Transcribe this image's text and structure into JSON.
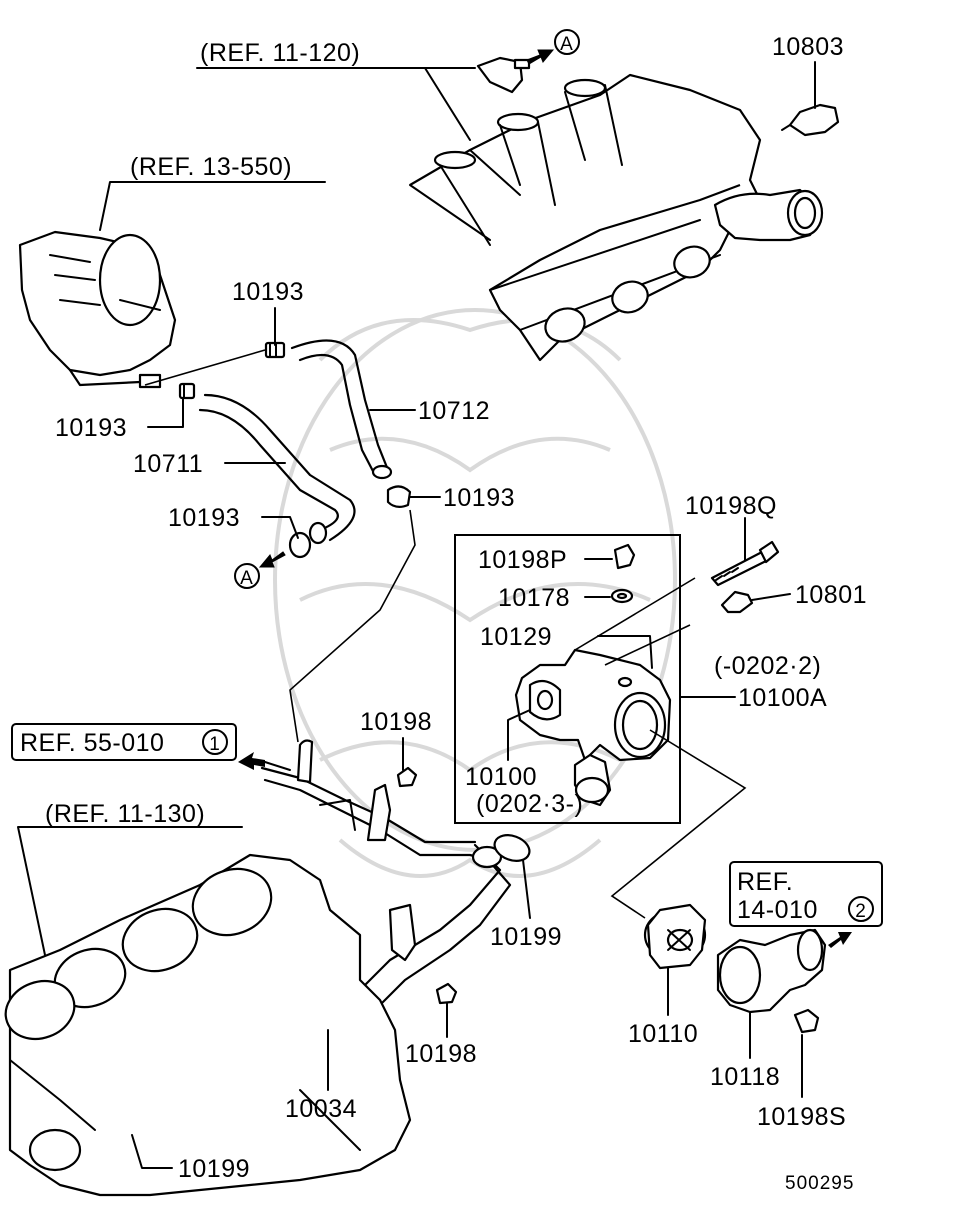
{
  "refs": {
    "ref_11_120": "(REF. 11-120)",
    "ref_13_550": "(REF. 13-550)",
    "ref_11_130": "(REF. 11-130)",
    "ref_55_010": "REF. 55-010",
    "ref_55_010_circle": "1",
    "ref_14_010_line1": "REF.",
    "ref_14_010_line2": "14-010",
    "ref_14_010_circle": "2"
  },
  "connector_marks": {
    "a_top": "A",
    "a_left": "A"
  },
  "parts": {
    "p10803": "10803",
    "p10193_top": "10193",
    "p10193_left": "10193",
    "p10712": "10712",
    "p10711": "10711",
    "p10193_mid": "10193",
    "p10193_clip": "10193",
    "p10198Q": "10198Q",
    "p10198P": "10198P",
    "p10178": "10178",
    "p10801": "10801",
    "p10129": "10129",
    "p10100A": "10100A",
    "p10198_upper": "10198",
    "p10100": "10100",
    "p10199_upper": "10199",
    "p10198_lower": "10198",
    "p10110": "10110",
    "p10118": "10118",
    "p10034": "10034",
    "p10198S": "10198S",
    "p10199_lower": "10199"
  },
  "date_codes": {
    "until": "(-0202·2)",
    "from": "(0202·3-)"
  },
  "diagram_number": "500295"
}
